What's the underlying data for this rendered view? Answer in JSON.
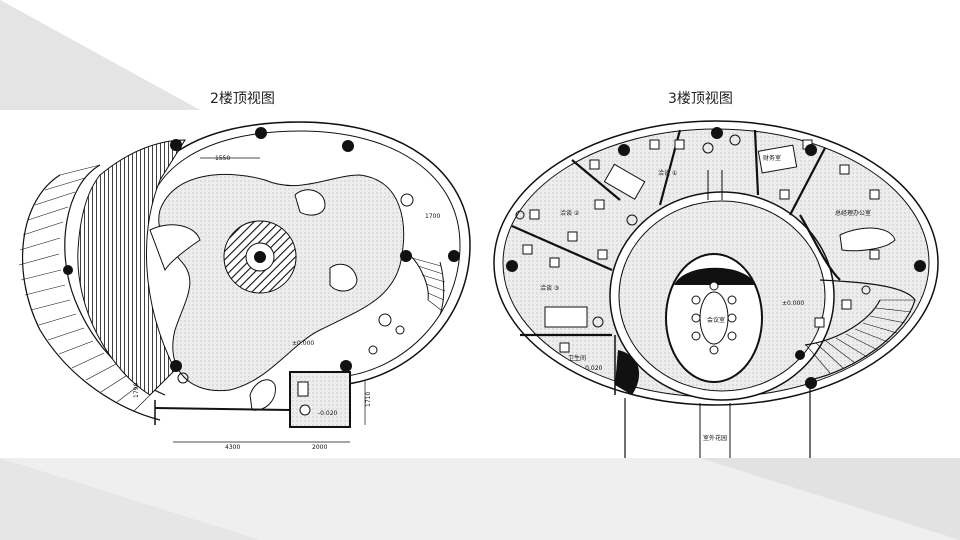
{
  "slide": {
    "left_title": "2楼顶视图",
    "right_title": "3楼顶视图"
  },
  "plan_2f": {
    "dim_top": "1550",
    "dim_right": "1700",
    "dim_bottom_left": "4300",
    "dim_bottom_right": "2000",
    "dim_left": "1790",
    "dim_side": "1710",
    "level_main": "±0.000",
    "level_wc": "-0.020"
  },
  "plan_3f": {
    "room_lounge_1": "洽谈 ①",
    "room_lounge_2": "洽谈 ②",
    "room_lounge_3": "洽谈 ③",
    "room_finance": "财务室",
    "room_office": "总经理办公室",
    "room_meeting": "会议室",
    "room_wc": "卫生间",
    "level_wc": "-0.020",
    "level_main": "±0.000",
    "room_garden": "室外花园"
  },
  "colors": {
    "line": "#111111",
    "fill_dot": "#e6e6e6",
    "bg_grey": "#ebebeb"
  }
}
